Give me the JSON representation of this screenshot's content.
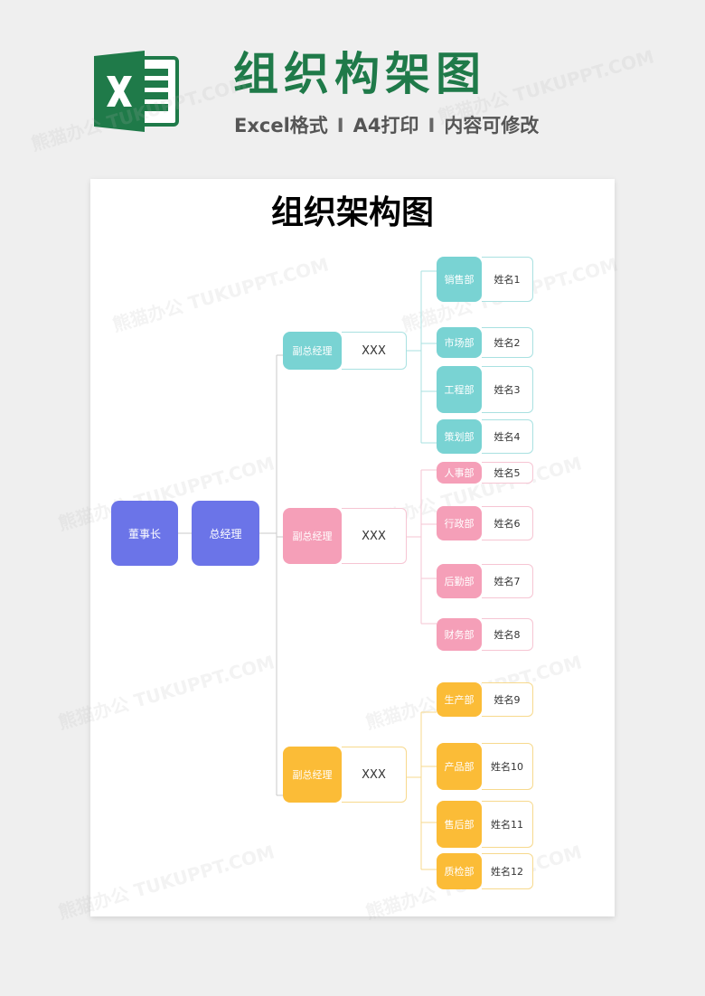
{
  "header": {
    "title": "组织构架图",
    "subtitle_parts": [
      "Excel格式",
      "A4打印",
      "内容可修改"
    ],
    "separator": "I"
  },
  "watermark": "熊猫办公 TUKUPPT.COM",
  "document": {
    "title": "组织架构图",
    "chairman": "董事长",
    "gm": "总经理",
    "vp_groups": [
      {
        "color": "#79d3d3",
        "label": "副总经理",
        "value": "XXX",
        "departments": [
          {
            "label": "销售部",
            "name": "姓名1"
          },
          {
            "label": "市场部",
            "name": "姓名2"
          },
          {
            "label": "工程部",
            "name": "姓名3"
          },
          {
            "label": "策划部",
            "name": "姓名4"
          }
        ]
      },
      {
        "color": "#f59fb8",
        "label": "副总经理",
        "value": "XXX",
        "departments": [
          {
            "label": "人事部",
            "name": "姓名5"
          },
          {
            "label": "行政部",
            "name": "姓名6"
          },
          {
            "label": "后勤部",
            "name": "姓名7"
          },
          {
            "label": "财务部",
            "name": "姓名8"
          }
        ]
      },
      {
        "color": "#fbbc37",
        "label": "副总经理",
        "value": "XXX",
        "departments": [
          {
            "label": "生产部",
            "name": "姓名9"
          },
          {
            "label": "产品部",
            "name": "姓名10"
          },
          {
            "label": "售后部",
            "name": "姓名11"
          },
          {
            "label": "质检部",
            "name": "姓名12"
          }
        ]
      }
    ],
    "executive_color": "#6b74e8"
  }
}
